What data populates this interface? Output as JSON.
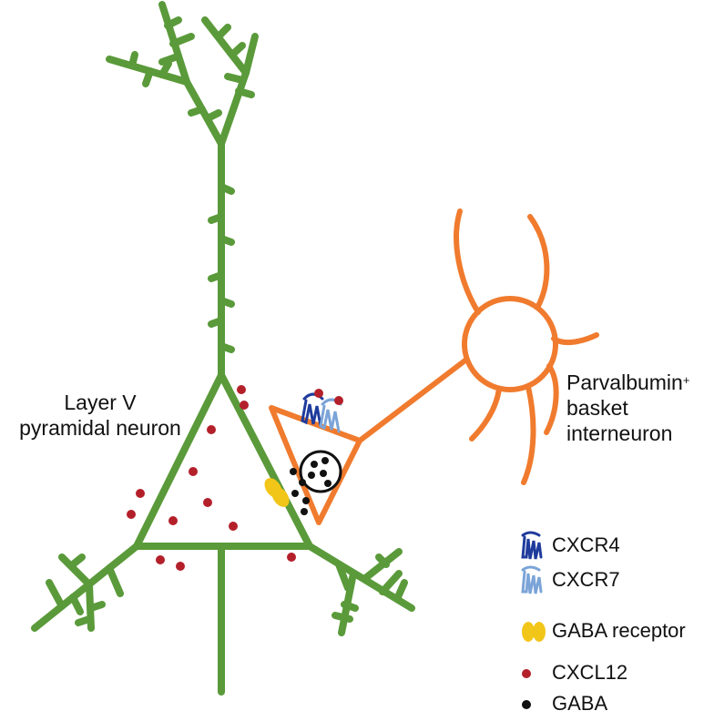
{
  "labels": {
    "pyramidal_line1": "Layer V",
    "pyramidal_line2": "pyramidal neuron",
    "interneuron_line1": "Parvalbumin",
    "interneuron_sup": "+",
    "interneuron_line2": "basket",
    "interneuron_line3": "interneuron"
  },
  "legend": [
    {
      "icon": "cxcr4-receptor-icon",
      "label": "CXCR4"
    },
    {
      "icon": "cxcr7-receptor-icon",
      "label": "CXCR7"
    },
    {
      "icon": "gaba-receptor-icon",
      "label": "GABA receptor"
    },
    {
      "icon": "cxcl12-dot-icon",
      "label": "CXCL12"
    },
    {
      "icon": "gaba-dot-icon",
      "label": "GABA"
    }
  ],
  "colors": {
    "pyramidal": "#5a9a3a",
    "interneuron": "#f07b2e",
    "cxcr4": "#1f3b9c",
    "cxcr7": "#7ba4d8",
    "gaba_receptor": "#f2c619",
    "cxcl12": "#b3202a",
    "gaba": "#111111"
  }
}
